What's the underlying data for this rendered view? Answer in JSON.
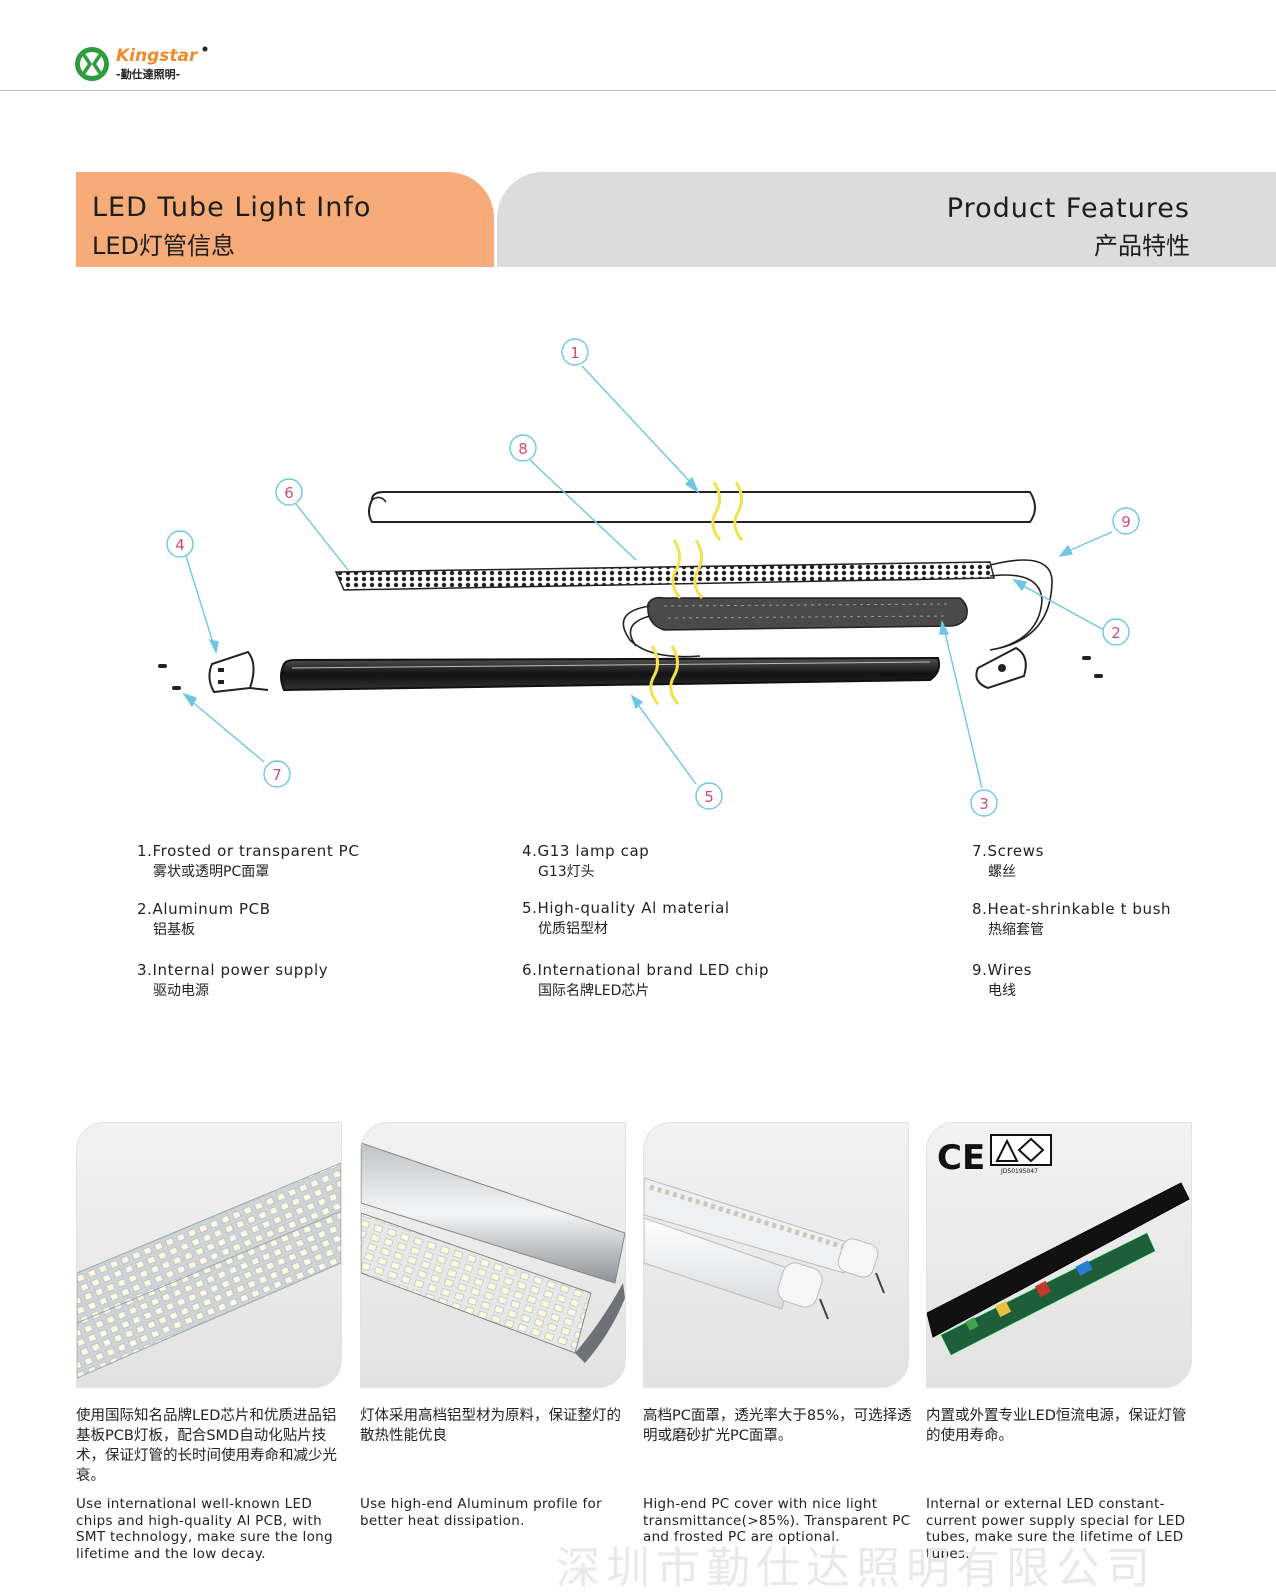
{
  "brand": {
    "logo_text": "Kingstar",
    "logo_cn": "-勤仕達照明-"
  },
  "banner": {
    "left_en": "LED Tube Light Info",
    "left_cn": "LED灯管信息",
    "right_en": "Product Features",
    "right_cn": "产品特性"
  },
  "callouts": [
    "1",
    "2",
    "3",
    "4",
    "5",
    "6",
    "7",
    "8",
    "9"
  ],
  "parts": [
    {
      "en": "1.Frosted or transparent PC",
      "cn": "雾状或透明PC面罩"
    },
    {
      "en": "2.Aluminum PCB",
      "cn": "铝基板"
    },
    {
      "en": "3.Internal power supply",
      "cn": "驱动电源"
    },
    {
      "en": "4.G13 lamp cap",
      "cn": "G13灯头"
    },
    {
      "en": "5.High-quality Al material",
      "cn": "优质铝型材"
    },
    {
      "en": "6.International brand LED chip",
      "cn": "国际名牌LED芯片"
    },
    {
      "en": "7.Screws",
      "cn": "螺丝"
    },
    {
      "en": "8.Heat-shrinkable t bush",
      "cn": "热缩套管"
    },
    {
      "en": "9.Wires",
      "cn": "电线"
    }
  ],
  "features": [
    {
      "cn": "使用国际知名品牌LED芯片和优质进品铝基板PCB灯板，配合SMD自动化贴片技术，保证灯管的长时间使用寿命和减少光衰。",
      "en": "Use international well-known LED chips and high-quality Al PCB, with SMT technology, make sure the long lifetime and the low decay."
    },
    {
      "cn": "灯体采用高档铝型材为原料，保证整灯的散热性能优良",
      "en": "Use high-end Aluminum profile for better heat dissipation."
    },
    {
      "cn": "高档PC面罩，透光率大于85%，可选择透明或磨砂扩光PC面罩。",
      "en": "High-end PC cover with nice light transmittance(>85%). Transparent PC and frosted PC are optional."
    },
    {
      "cn": "内置或外置专业LED恒流电源，保证灯管的使用寿命。",
      "en": "Internal or external LED constant-current power supply special for LED tubes, make sure the lifetime of LED tubes."
    }
  ],
  "cert": {
    "ce": "CE",
    "code": "JD50195047"
  },
  "watermark": "深圳市勤仕达照明有限公司",
  "colors": {
    "banner_left": "#f6ab78",
    "banner_right": "#dcdcdc",
    "callout": "#cc4f7a",
    "leader": "#6fc6e0",
    "break_mark": "#f3e24a"
  }
}
